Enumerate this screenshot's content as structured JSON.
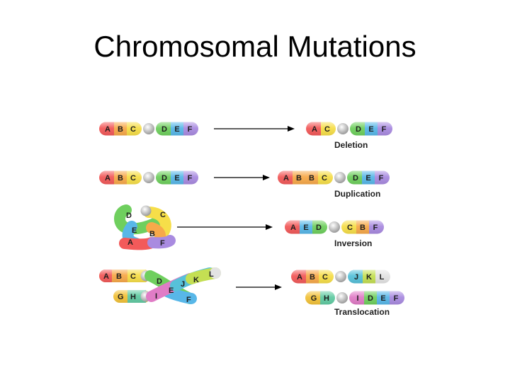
{
  "title": "Chromosomal Mutations",
  "colors": {
    "A": "#f25a5a",
    "B": "#f7a94a",
    "C": "#f6de49",
    "D": "#6fcf5e",
    "E": "#58b7e8",
    "F": "#a98be0",
    "G": "#f2c23a",
    "H": "#62cba3",
    "I": "#e07cc6",
    "J": "#57c1d9",
    "K": "#c4df53",
    "L": "#e3e3e3",
    "centromere": "#bdbdbd",
    "arrow": "#000000"
  },
  "rows": [
    {
      "name": "deletion",
      "before": [
        "A",
        "B",
        "C",
        "•",
        "D",
        "E",
        "F"
      ],
      "after": [
        "A",
        "C",
        "•",
        "D",
        "E",
        "F"
      ],
      "label": "Deletion"
    },
    {
      "name": "duplication",
      "before": [
        "A",
        "B",
        "C",
        "•",
        "D",
        "E",
        "F"
      ],
      "after": [
        "A",
        "B",
        "B",
        "C",
        "•",
        "D",
        "E",
        "F"
      ],
      "label": "Duplication"
    },
    {
      "name": "inversion",
      "before_loop": [
        "D",
        "C",
        "E",
        "B",
        "A",
        "F"
      ],
      "after": [
        "A",
        "E",
        "D",
        "•",
        "C",
        "B",
        "F"
      ],
      "label": "Inversion"
    },
    {
      "name": "translocation",
      "before_top": [
        "A",
        "B",
        "C",
        "D",
        "E",
        "F"
      ],
      "before_bottom": [
        "G",
        "H",
        "I",
        "J",
        "K",
        "L"
      ],
      "after_top": [
        "A",
        "B",
        "C",
        "•",
        "J",
        "K",
        "L"
      ],
      "after_bottom": [
        "G",
        "H",
        "•",
        "I",
        "D",
        "E",
        "F"
      ],
      "label": "Translocation"
    }
  ]
}
